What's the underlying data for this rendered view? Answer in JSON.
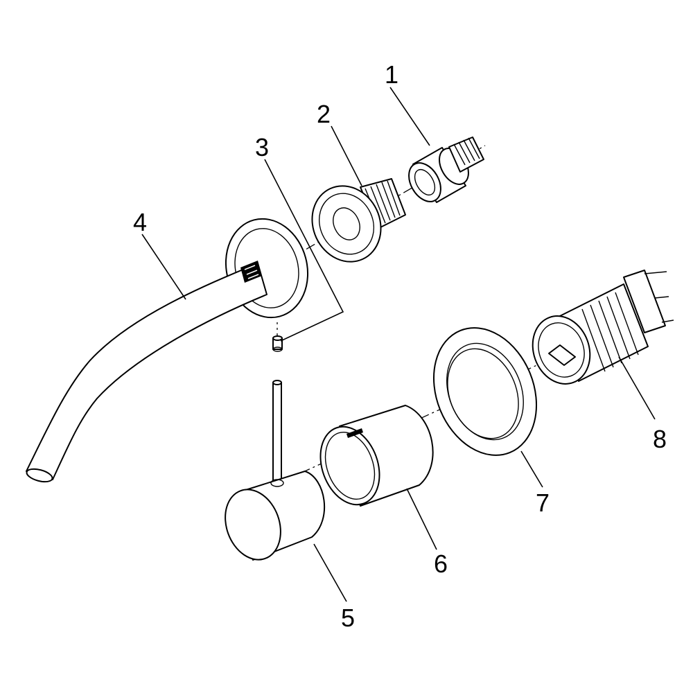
{
  "diagram": {
    "parts": [
      {
        "number": "1"
      },
      {
        "number": "2"
      },
      {
        "number": "3"
      },
      {
        "number": "4"
      },
      {
        "number": "5"
      },
      {
        "number": "6"
      },
      {
        "number": "7"
      },
      {
        "number": "8"
      }
    ]
  }
}
